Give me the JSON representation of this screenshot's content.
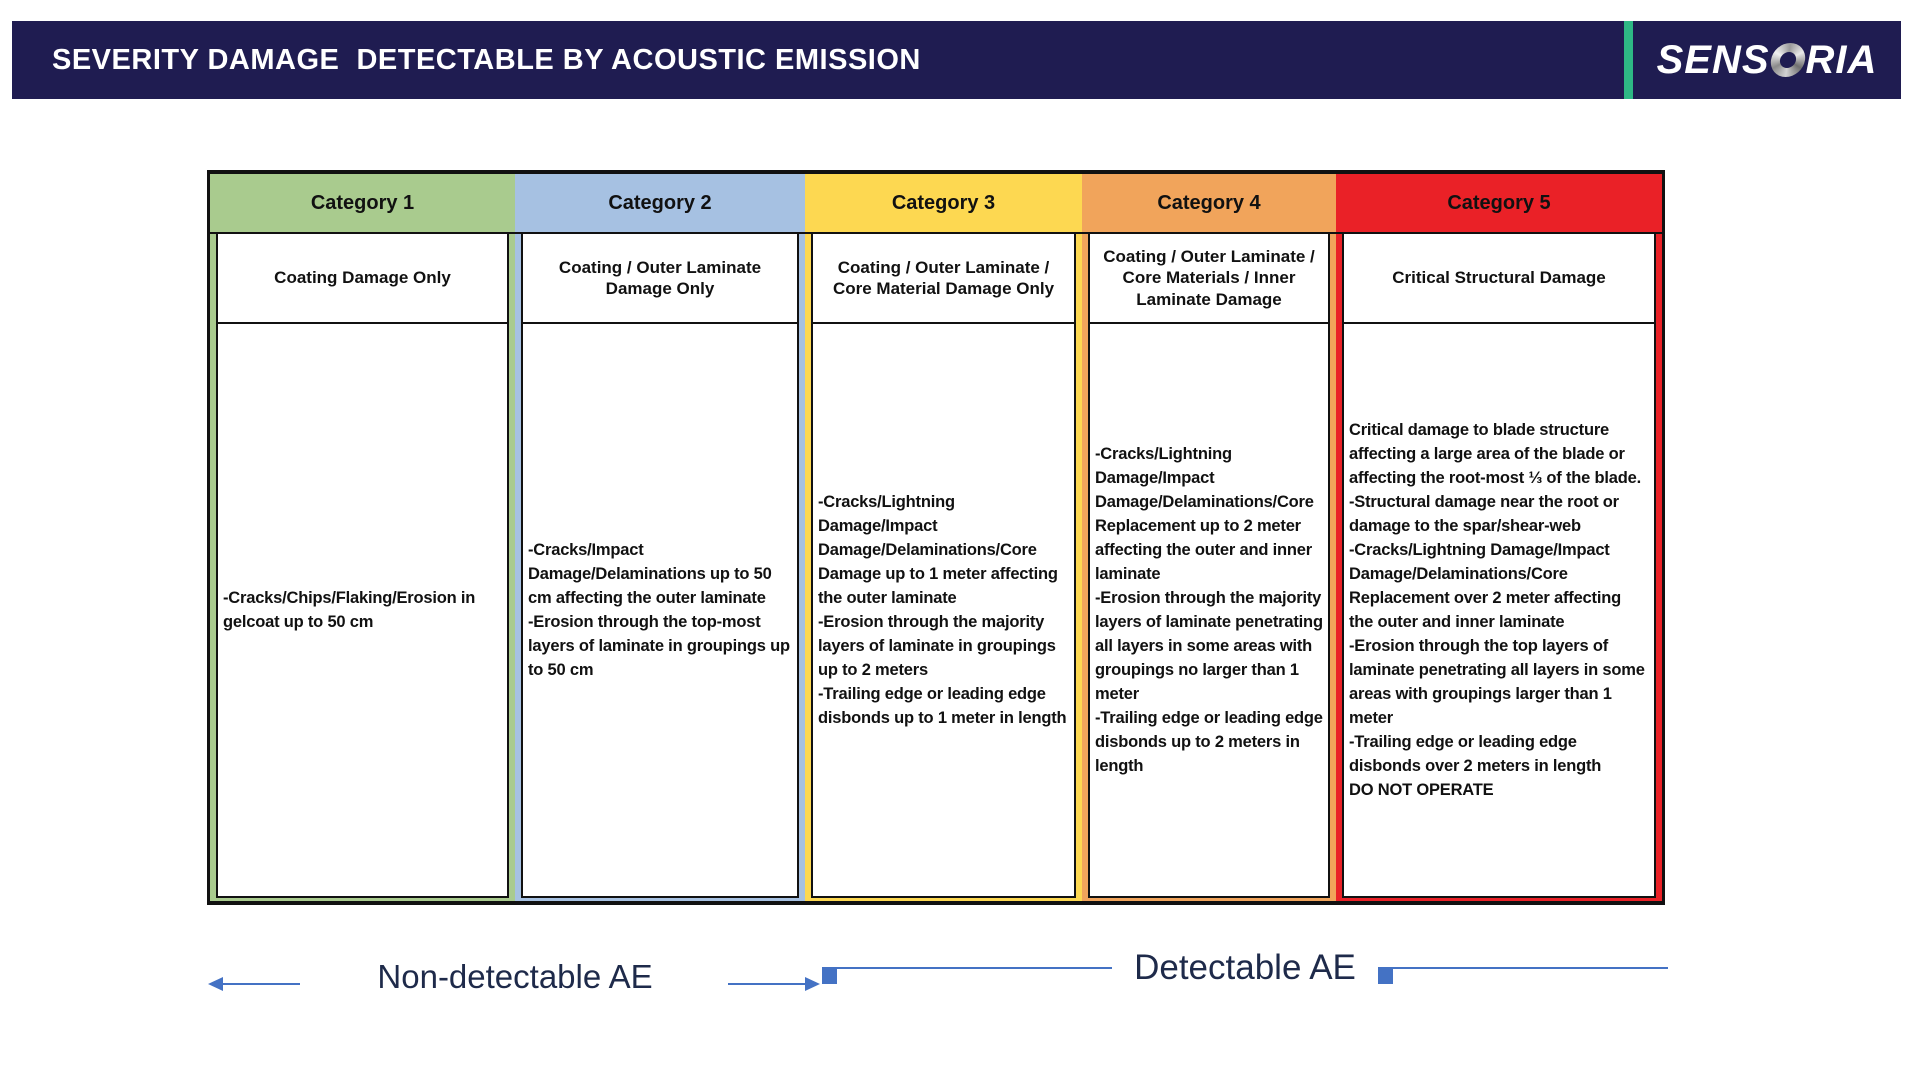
{
  "title_bar": {
    "title": "SEVERITY DAMAGE  DETECTABLE BY ACOUSTIC EMISSION",
    "logo_pre": "SENS",
    "logo_post": "RIA",
    "logo_name": "SENSORIA"
  },
  "colors": {
    "titlebar_bg": "#1f1c51",
    "brand_stripe": "#2eb885",
    "arrow_blue": "#4472c4",
    "annotation_text": "#1e2a4a",
    "category1": "#a9cb8e",
    "category2": "#a6c1e2",
    "category3": "#fdd851",
    "category4": "#f1a45b",
    "category5": "#ea2127"
  },
  "table": {
    "columns": [
      {
        "header": "Category 1",
        "color": "#a9cb8e",
        "subtitle": "Coating Damage Only",
        "items": [
          "-Cracks/Chips/Flaking/Erosion in gelcoat up to 50 cm"
        ]
      },
      {
        "header": "Category 2",
        "color": "#a6c1e2",
        "subtitle": "Coating / Outer Laminate Damage Only",
        "items": [
          "-Cracks/Impact Damage/Delaminations up to 50 cm affecting the outer laminate",
          "-Erosion through the top-most layers of laminate in groupings up to 50 cm"
        ]
      },
      {
        "header": "Category 3",
        "color": "#fdd851",
        "subtitle": "Coating / Outer Laminate / Core Material Damage Only",
        "items": [
          "-Cracks/Lightning Damage/Impact Damage/Delaminations/Core Damage up to 1 meter affecting the outer laminate",
          "-Erosion through the majority layers of laminate in groupings up to 2 meters",
          "-Trailing edge or leading edge disbonds up to 1 meter in length"
        ]
      },
      {
        "header": "Category 4",
        "color": "#f1a45b",
        "subtitle": "Coating / Outer Laminate / Core Materials / Inner Laminate Damage",
        "items": [
          "-Cracks/Lightning Damage/Impact Damage/Delaminations/Core Replacement up to 2 meter affecting the outer and inner laminate",
          "-Erosion through the majority layers of laminate penetrating all layers in some areas with groupings no larger than 1 meter",
          "-Trailing edge or leading edge disbonds up to 2 meters in length"
        ]
      },
      {
        "header": "Category 5",
        "color": "#ea2127",
        "subtitle": "Critical Structural Damage",
        "items": [
          "Critical damage to blade structure affecting a large area of the blade or affecting the root-most ⅓ of the blade.",
          "-Structural damage near the root or damage to the spar/shear-web",
          "-Cracks/Lightning Damage/Impact Damage/Delaminations/Core Replacement over 2 meter affecting the outer and inner laminate",
          "-Erosion through the top layers of laminate penetrating all layers in some areas with groupings larger than 1 meter",
          "-Trailing edge or leading edge disbonds over 2 meters in length"
        ],
        "footer": "DO NOT OPERATE"
      }
    ]
  },
  "annotations": {
    "non_detectable": "Non-detectable AE",
    "detectable": "Detectable AE"
  }
}
